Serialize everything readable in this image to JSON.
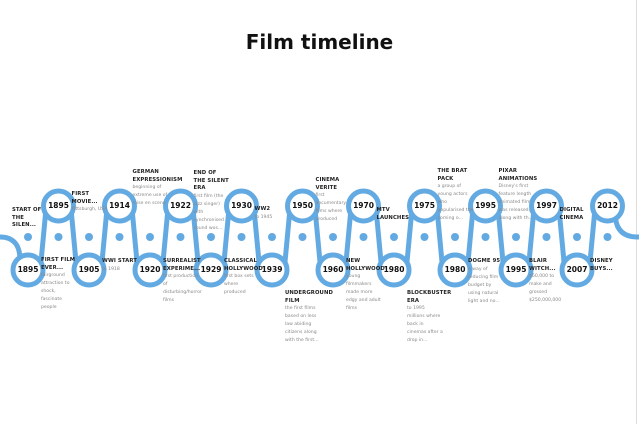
{
  "title": "Film timeline",
  "accent_color": "#64aae2",
  "items": [
    {
      "year": "1895",
      "row": "bottom",
      "title": "FIRST FILM EVER...",
      "desc": "fairground attraction to shock, fascinate people"
    },
    {
      "year": "1895",
      "row": "top",
      "title": "FIRST MOVIE...",
      "desc": "Pittsburgh, USA"
    },
    {
      "year": "1905",
      "row": "bottom",
      "title": "WWI START",
      "desc": "to 1918"
    },
    {
      "year": "1914",
      "row": "top",
      "title": "GERMAN EXPRESSIONISM",
      "desc": "beginning of extreme use of mise en scene"
    },
    {
      "year": "1920",
      "row": "bottom",
      "title": "SURREALIST EXPERIME...",
      "desc": "first production of disturbing/horror films"
    },
    {
      "year": "1922",
      "row": "top",
      "title": "END OF THE SILENT ERA",
      "desc": "first film (the jazz singer) with synchronised sound wos..."
    },
    {
      "year": "1929",
      "row": "bottom",
      "title": "CLASSICAL HOLLYWOOD",
      "desc": "first box sets where produced"
    },
    {
      "year": "1930",
      "row": "top",
      "title": "WW2",
      "desc": "to 1945"
    },
    {
      "year": "1939",
      "row": "bottom",
      "title": "UNDERGROUND FILM",
      "desc": "the first films based on less law abiding citizens along with the first..."
    },
    {
      "year": "1950",
      "row": "top",
      "title": "CINEMA VERITE",
      "desc": "first documentary films where produced"
    },
    {
      "year": "1960",
      "row": "bottom",
      "title": "NEW HOLLYWOOD",
      "desc": "young filmmakers made more edgy and adult films"
    },
    {
      "year": "1970",
      "row": "top",
      "title": "MTV LAUNCHES",
      "desc": ""
    },
    {
      "year": "1980",
      "row": "bottom",
      "title": "BLOCKBUSTER ERA",
      "desc": "to 1995 millions where back in cinemas after a drop in..."
    },
    {
      "year": "1975",
      "row": "top",
      "title": "THE BRAT PACK",
      "desc": "a group of young actors who popularised the coming o..."
    },
    {
      "year": "1980",
      "row": "bottom",
      "title": "DOGME 95",
      "desc": "a way of reducing film budget by using natural light and no..."
    },
    {
      "year": "1995",
      "row": "top",
      "title": "PIXAR ANIMATIONS",
      "desc": "Disney's first feature length animated film was released, along with th..."
    },
    {
      "year": "1995",
      "row": "bottom",
      "title": "BLAIR WITCH...",
      "desc": "$60,000 to make and grossed $250,000,000"
    },
    {
      "year": "1997",
      "row": "top",
      "title": "DIGITAL CINEMA",
      "desc": ""
    },
    {
      "year": "2007",
      "row": "bottom",
      "title": "DISNEY BUYS...",
      "desc": ""
    },
    {
      "year": "2012",
      "row": "top",
      "title": "",
      "desc": ""
    }
  ],
  "extra_label": "START OF THE SILEN..."
}
